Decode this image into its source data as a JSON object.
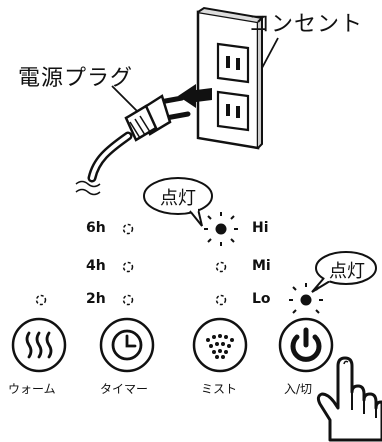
{
  "labels": {
    "outlet": "コンセント",
    "plug": "電源プラグ",
    "lit_top": "点灯",
    "lit_power": "点灯"
  },
  "timer": [
    "6h",
    "4h",
    "2h"
  ],
  "modes": [
    "Hi",
    "Mi",
    "Lo"
  ],
  "buttons": {
    "warm": "ウォーム",
    "timer": "タイマー",
    "mist": "ミスト",
    "power": "入/切"
  }
}
